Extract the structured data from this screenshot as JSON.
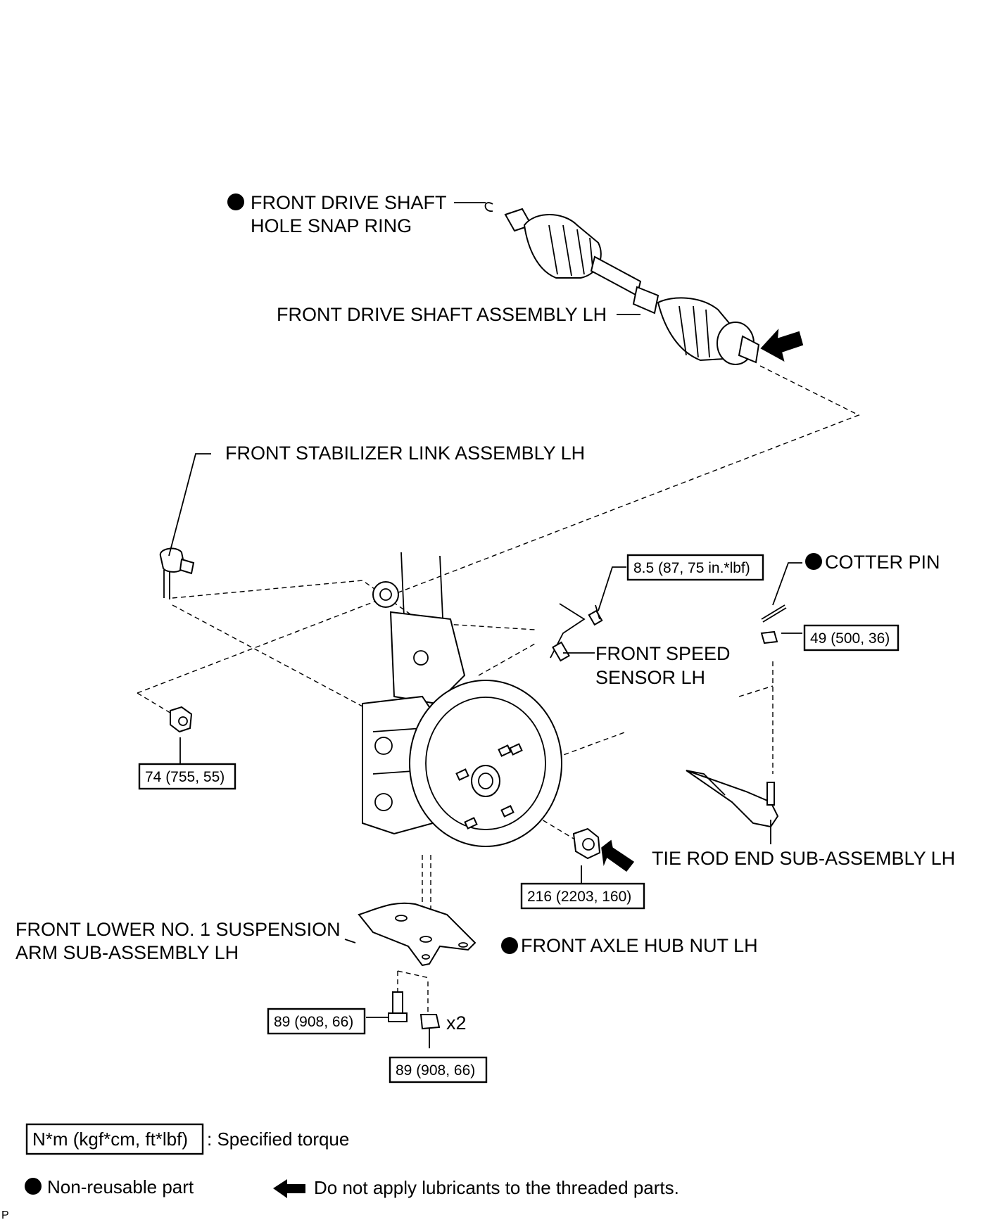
{
  "labels": {
    "snap_ring_line1": "FRONT DRIVE SHAFT",
    "snap_ring_line2": "HOLE SNAP RING",
    "drive_shaft": "FRONT DRIVE SHAFT ASSEMBLY LH",
    "stabilizer_link": "FRONT STABILIZER LINK ASSEMBLY LH",
    "cotter_pin": "COTTER PIN",
    "speed_sensor_line1": "FRONT SPEED",
    "speed_sensor_line2": "SENSOR LH",
    "tie_rod_end": "TIE ROD END SUB-ASSEMBLY LH",
    "lower_arm_line1": "FRONT LOWER NO. 1 SUSPENSION",
    "lower_arm_line2": "ARM SUB-ASSEMBLY LH",
    "axle_hub_nut": "FRONT AXLE HUB NUT LH",
    "quantity_x2": "x2"
  },
  "torques": {
    "speed_sensor_bolt": "8.5 (87, 75 in.*lbf)",
    "tie_rod_nut": "49 (500, 36)",
    "stabilizer_nut": "74 (755, 55)",
    "hub_nut": "216 (2203, 160)",
    "lower_arm_bolt": "89 (908, 66)",
    "lower_arm_nut": "89 (908, 66)"
  },
  "legend": {
    "torque_unit": "N*m (kgf*cm, ft*lbf)",
    "torque_text": ": Specified torque",
    "non_reusable_text": "Non-reusable part",
    "no_lubricant_text": "Do not apply lubricants to the threaded parts."
  },
  "corner_mark": "P",
  "icons": {
    "non_reusable": "filled-circle-icon",
    "no_lubricant": "arrow-left-icon"
  }
}
